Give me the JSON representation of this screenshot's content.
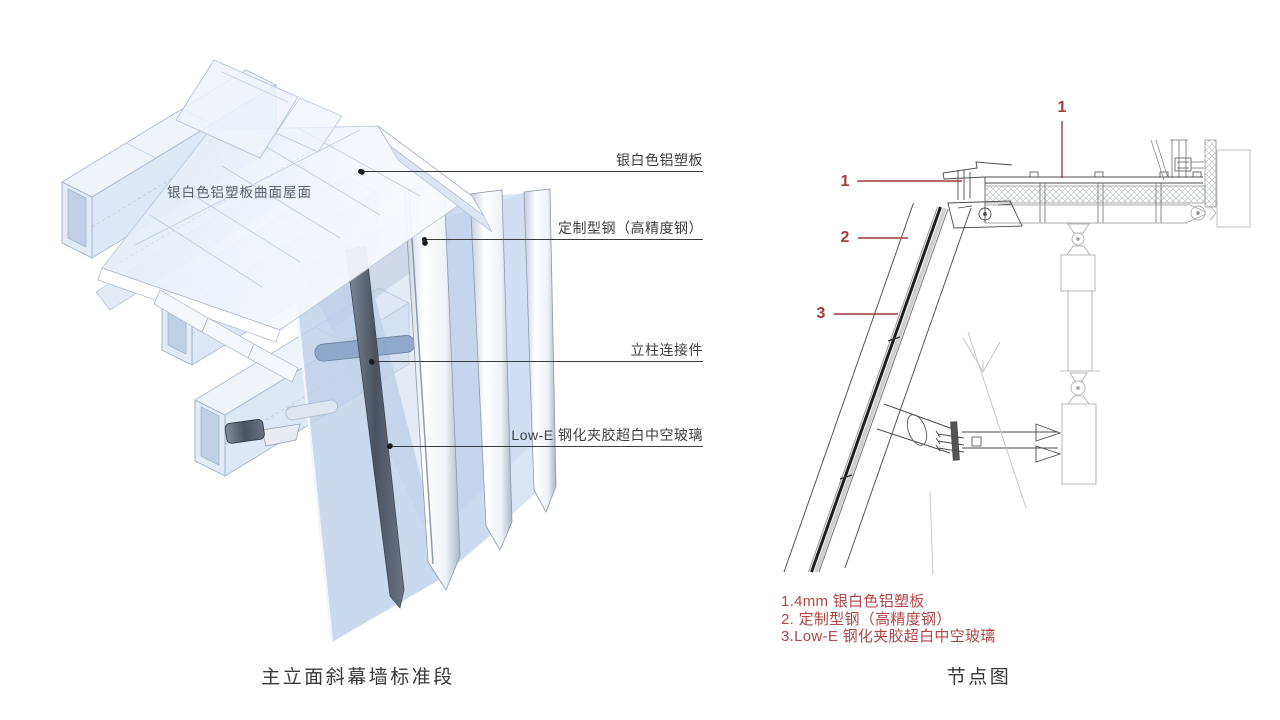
{
  "colors": {
    "annotation_red": "#a23b3b",
    "legend_red": "#b34646",
    "glass_blue": "#c5d6ee",
    "steel_dark": "#57606f",
    "panel_white": "#f4f8fc",
    "cad_line_dark": "#4d4d4d",
    "cad_line_light": "#bdbdbd",
    "text_dark": "#3c3c3c"
  },
  "left_figure": {
    "caption": "主立面斜幕墙标准段",
    "surface_label": "银白色铝塑板曲面屋面",
    "callouts": [
      {
        "label": "银白色铝塑板"
      },
      {
        "label": "定制型钢（高精度钢）"
      },
      {
        "label": "立柱连接件"
      },
      {
        "label": "Low-E 钢化夹胶超白中空玻璃"
      }
    ]
  },
  "right_figure": {
    "caption": "节点图",
    "markers": [
      {
        "label": "1"
      },
      {
        "label": "1"
      },
      {
        "label": "2"
      },
      {
        "label": "3"
      }
    ],
    "legend": [
      "1.4mm 银白色铝塑板",
      "2. 定制型钢（高精度钢）",
      "3.Low-E 钢化夹胶超白中空玻璃"
    ]
  }
}
